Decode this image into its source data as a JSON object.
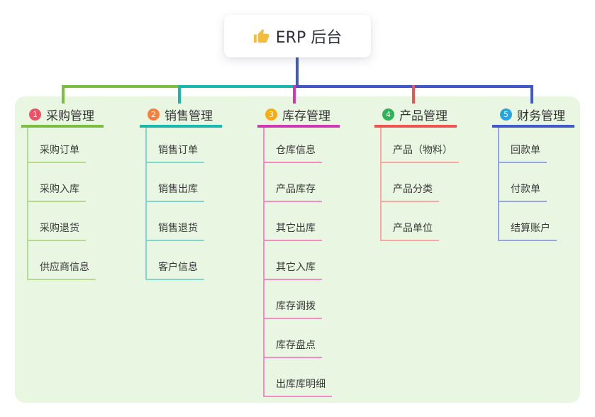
{
  "root": {
    "label": "ERP 后台",
    "icon": "thumbs-up-icon",
    "icon_color": "#f4bc3d",
    "line_color": "#4159c8"
  },
  "panel": {
    "background": "#e9f6e2"
  },
  "connectors": {
    "green": "#7cbe41",
    "teal": "#17b8ae",
    "magenta": "#d139b3",
    "red": "#f05452",
    "blue": "#4159c8"
  },
  "branches": [
    {
      "index": "1",
      "label": "采购管理",
      "badge_color": "#f25066",
      "accent": "#7cbe41",
      "light": "#b6da90",
      "children": [
        "采购订单",
        "采购入库",
        "采购退货",
        "供应商信息"
      ]
    },
    {
      "index": "2",
      "label": "销售管理",
      "badge_color": "#f6813e",
      "accent": "#17b8ae",
      "light": "#81d6d0",
      "children": [
        "销售订单",
        "销售出库",
        "销售退货",
        "客户信息"
      ]
    },
    {
      "index": "3",
      "label": "库存管理",
      "badge_color": "#f9ad15",
      "accent": "#d139b3",
      "light": "#f38cc6",
      "children": [
        "仓库信息",
        "产品库存",
        "其它出库",
        "其它入库",
        "库存调拨",
        "库存盘点",
        "出库库明细"
      ]
    },
    {
      "index": "4",
      "label": "产品管理",
      "badge_color": "#2eb355",
      "accent": "#f05452",
      "light": "#f8a8a1",
      "children": [
        "产品（物料）",
        "产品分类",
        "产品单位"
      ]
    },
    {
      "index": "5",
      "label": "财务管理",
      "badge_color": "#29a4e2",
      "accent": "#4159c8",
      "light": "#96a5e5",
      "children": [
        "回款单",
        "付款单",
        "结算账户"
      ]
    }
  ]
}
